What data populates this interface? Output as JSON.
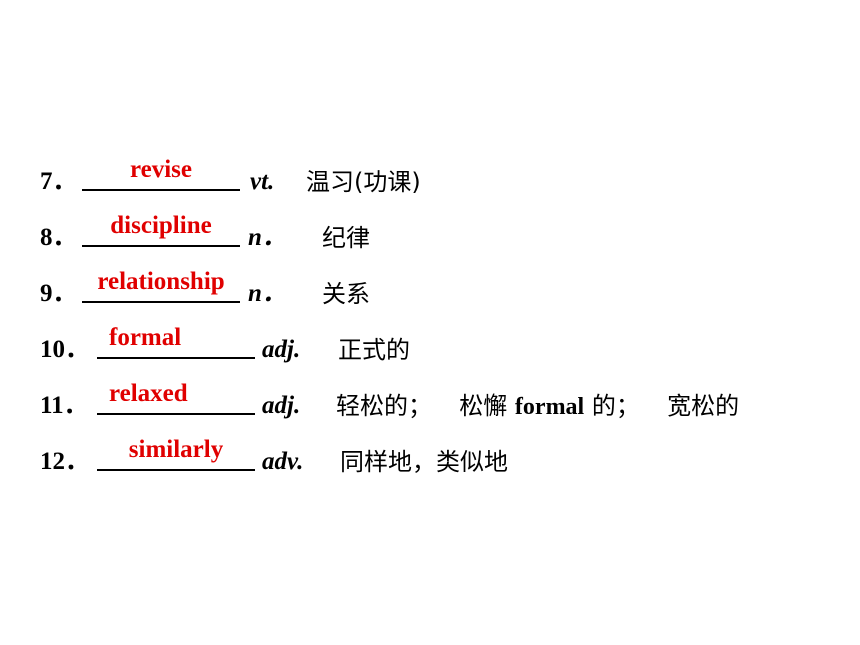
{
  "items": [
    {
      "number": "7．",
      "answer": "revise",
      "pos": "vt.",
      "meaning": "温习(功课)"
    },
    {
      "number": "8．",
      "answer": "discipline",
      "pos": "n．",
      "meaning": "纪律"
    },
    {
      "number": "9．",
      "answer": "relationship",
      "pos": "n．",
      "meaning": "关系"
    },
    {
      "number": "10．",
      "answer": "formal",
      "pos": "adj.",
      "meaning": "正式的"
    },
    {
      "number": "11．",
      "answer": "relaxed",
      "pos": "adj.",
      "meaning_parts": [
        "轻松的；",
        "松懈",
        "formal",
        "的；",
        "宽松的"
      ]
    },
    {
      "number": "12．",
      "answer": "similarly",
      "pos": "adv.",
      "meaning": "同样地，类似地"
    }
  ]
}
